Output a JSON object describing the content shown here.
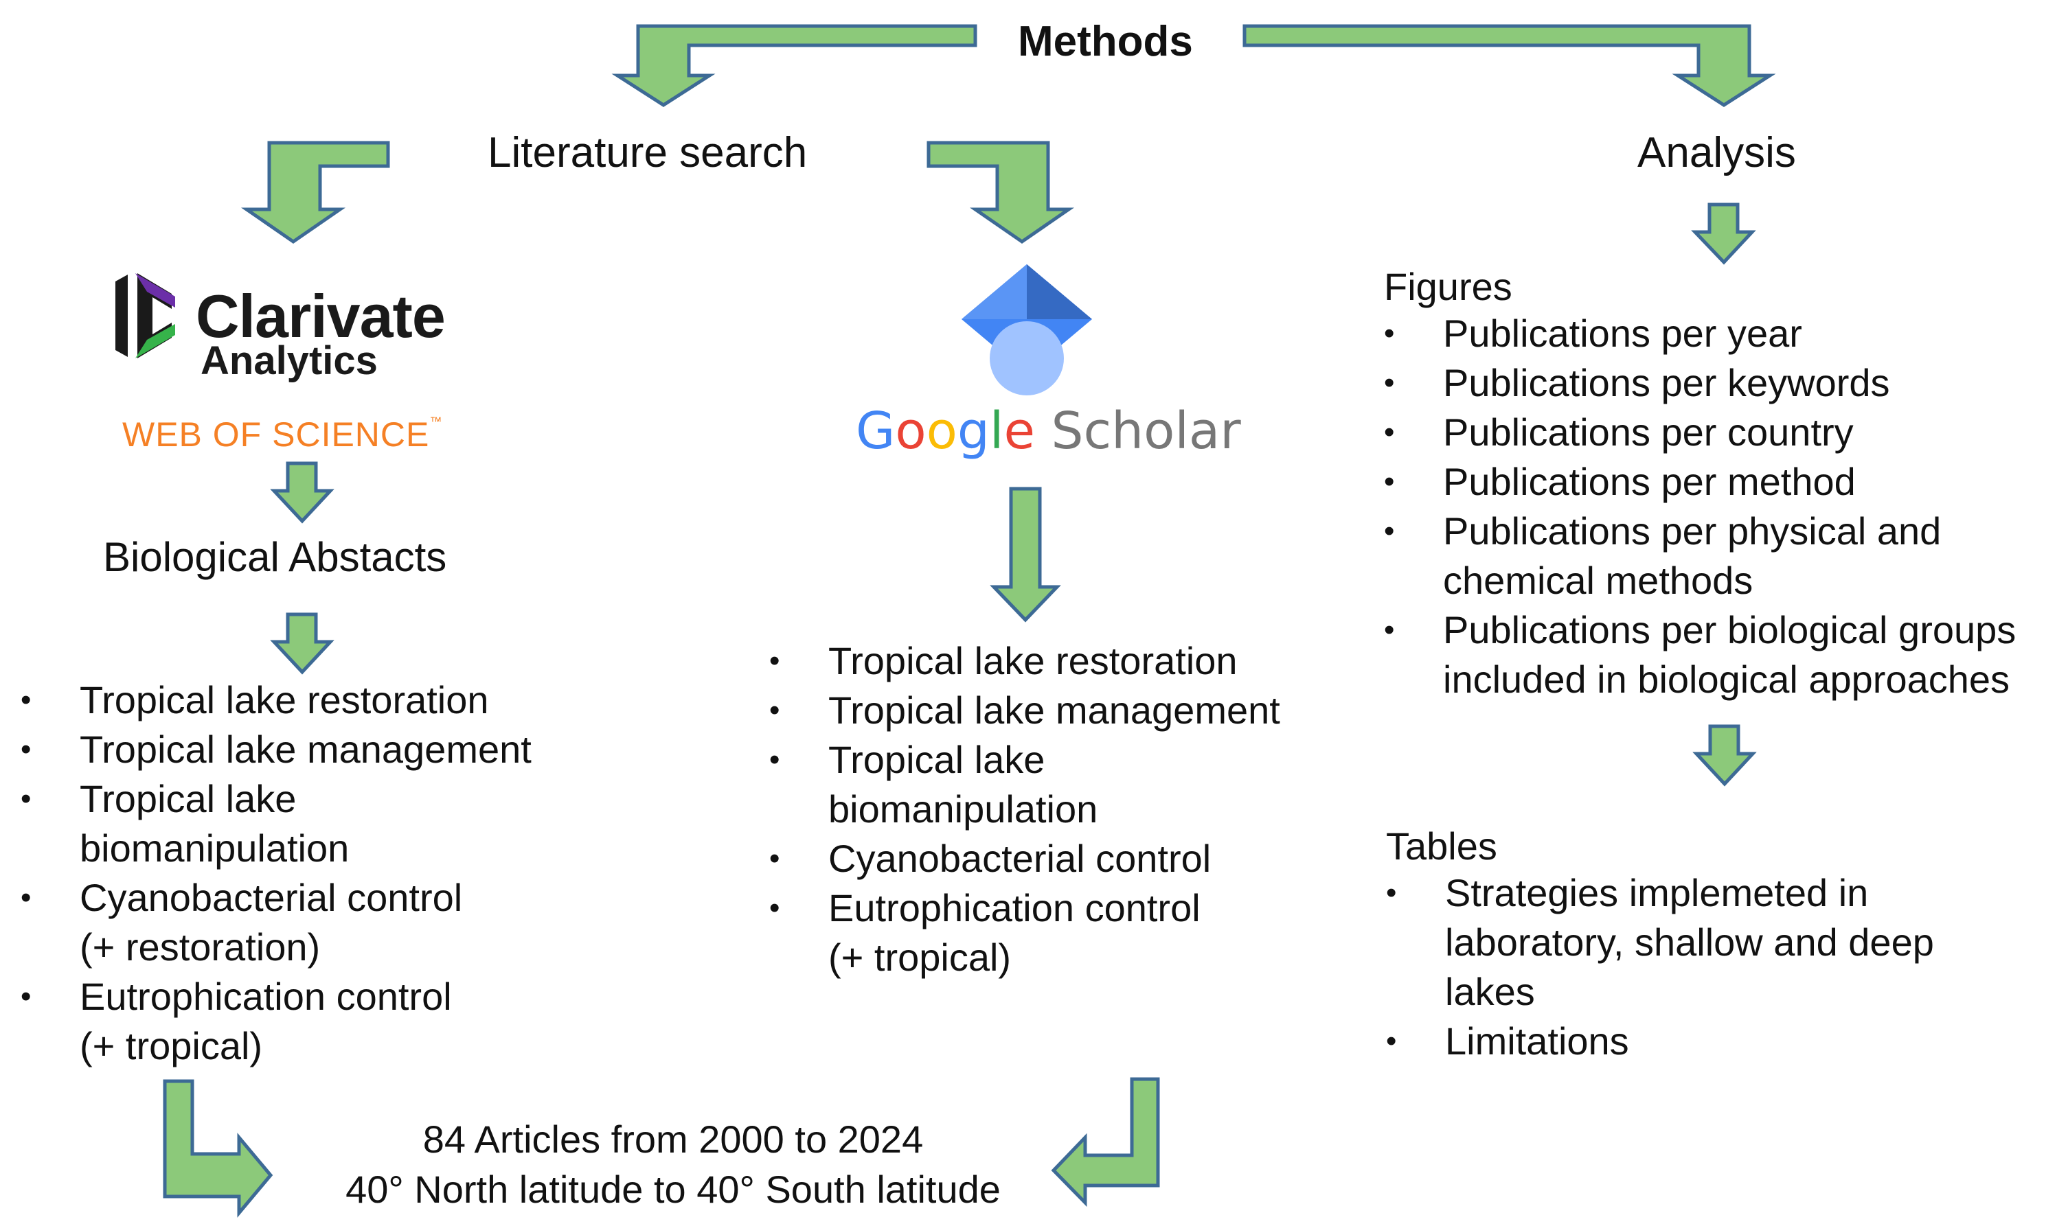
{
  "title": "Methods",
  "literature_search": {
    "label": "Literature search",
    "clarivate": {
      "name": "Clarivate",
      "sub": "Analytics",
      "product": "WEB OF SCIENCE",
      "trademark": "™",
      "database": "Biological Abstacts",
      "terms": [
        [
          "Tropical lake restoration"
        ],
        [
          "Tropical lake management"
        ],
        [
          "Tropical lake",
          "biomanipulation"
        ],
        [
          "Cyanobacterial control",
          "(+ restoration)"
        ],
        [
          "Eutrophication control",
          "(+ tropical)"
        ]
      ]
    },
    "google_scholar": {
      "logo_letters": [
        "G",
        "o",
        "o",
        "g",
        "l",
        "e"
      ],
      "logo_word": "Scholar",
      "terms": [
        [
          "Tropical lake restoration"
        ],
        [
          "Tropical lake management"
        ],
        [
          "Tropical lake",
          "biomanipulation"
        ],
        [
          "Cyanobacterial control"
        ],
        [
          "Eutrophication control",
          "(+ tropical)"
        ]
      ]
    }
  },
  "analysis": {
    "label": "Analysis",
    "figures": {
      "label": "Figures",
      "items": [
        [
          "Publications per year"
        ],
        [
          "Publications per keywords"
        ],
        [
          "Publications per country"
        ],
        [
          "Publications per method"
        ],
        [
          "Publications per physical and",
          "chemical methods"
        ],
        [
          "Publications per biological groups",
          "included in biological approaches"
        ]
      ]
    },
    "tables": {
      "label": "Tables",
      "items": [
        [
          "Strategies implemeted in",
          "laboratory, shallow and deep",
          "lakes"
        ],
        [
          "Limitations"
        ]
      ]
    }
  },
  "result": {
    "line1": "84 Articles from 2000 to 2024",
    "line2": "40° North latitude to 40° South latitude"
  },
  "colors": {
    "arrow_fill": "#8cc97a",
    "arrow_stroke": "#3d6a95",
    "web_of_science": "#f58025"
  }
}
